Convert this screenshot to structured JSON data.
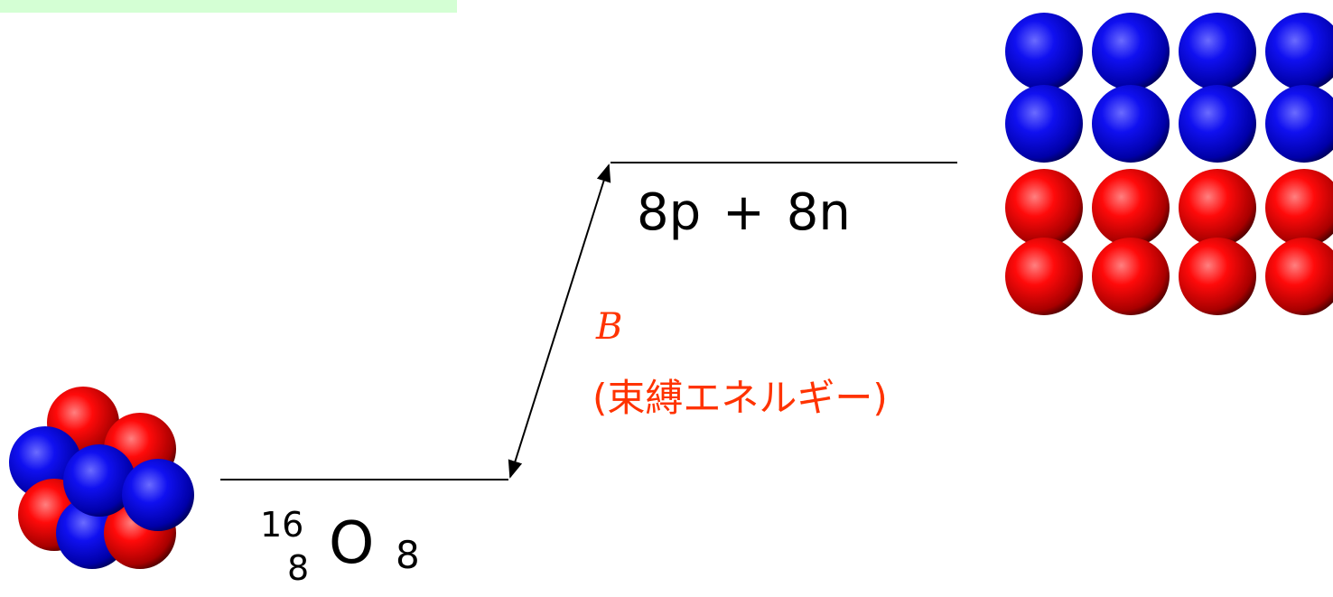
{
  "top_bar": {
    "color": "#d4ffd4"
  },
  "colors": {
    "proton": "#ff0000",
    "neutron": "#0000ee",
    "label_accent": "#ff3300",
    "line": "#000000"
  },
  "products": {
    "protons": "8p",
    "plus": "+",
    "neutrons": "8n"
  },
  "binding": {
    "symbol": "B",
    "label": "(束縛エネルギー)"
  },
  "nucleus": {
    "mass_number": "16",
    "atomic_number": "8",
    "symbol": "O",
    "neutron_number": "8"
  },
  "free_nucleons": {
    "neutron_count": 8,
    "proton_count": 8
  }
}
